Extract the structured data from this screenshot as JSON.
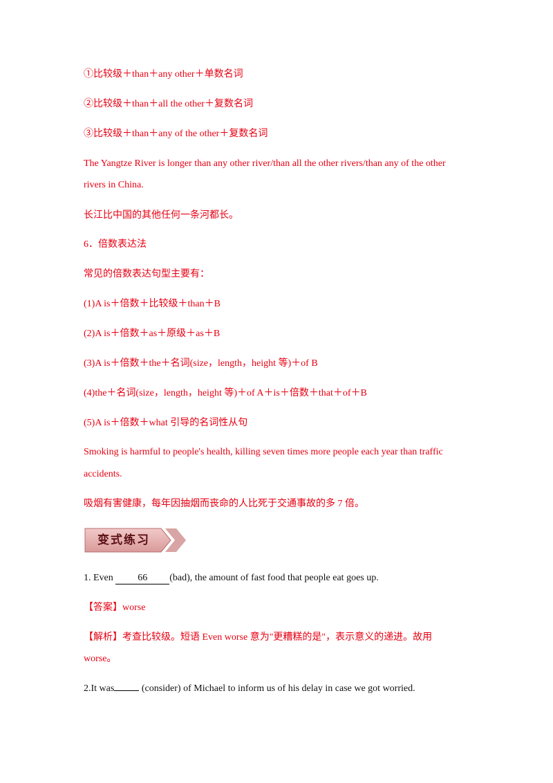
{
  "lines": {
    "l1": "①比较级＋than＋any other＋单数名词",
    "l2": "②比较级＋than＋all the other＋复数名词",
    "l3": "③比较级＋than＋any of the other＋复数名词",
    "l4": "The Yangtze River is longer than any other river/than all the other rivers/than any of the other",
    "l5": "rivers in China.",
    "l6": "长江比中国的其他任何一条河都长。",
    "l7": "6．倍数表达法",
    "l8": "常见的倍数表达句型主要有：",
    "l9": "(1)A is＋倍数＋比较级＋than＋B",
    "l10": "(2)A is＋倍数＋as＋原级＋as＋B",
    "l11": "(3)A is＋倍数＋the＋名词(size，length，height 等)＋of B",
    "l12": "(4)the＋名词(size，length，height  等)＋of A＋is＋倍数＋that＋of＋B",
    "l13": "(5)A is＋倍数＋what 引导的名词性从句",
    "l14": "Smoking is harmful to people's health, killing seven times more people each year than traffic",
    "l15": "accidents.",
    "l16": "吸烟有害健康，每年因抽烟而丧命的人比死于交通事故的多 7 倍。"
  },
  "banner": {
    "label": "变式练习"
  },
  "q1": {
    "prefix": "1.  Even  ",
    "blank": "66",
    "suffix": "(bad), the amount of fast food that people eat goes up."
  },
  "answer": {
    "label": "【答案】",
    "value": "worse"
  },
  "analysis": {
    "label": "【解析】",
    "line1": "考查比较级。短语 Even worse  意为\"更糟糕的是\"，表示意义的递进。故用",
    "line2": "worse。"
  },
  "q2": {
    "prefix": "2.It was",
    "blank": "",
    "suffix": "  (consider) of Michael to inform us of his delay in case we got worried."
  }
}
